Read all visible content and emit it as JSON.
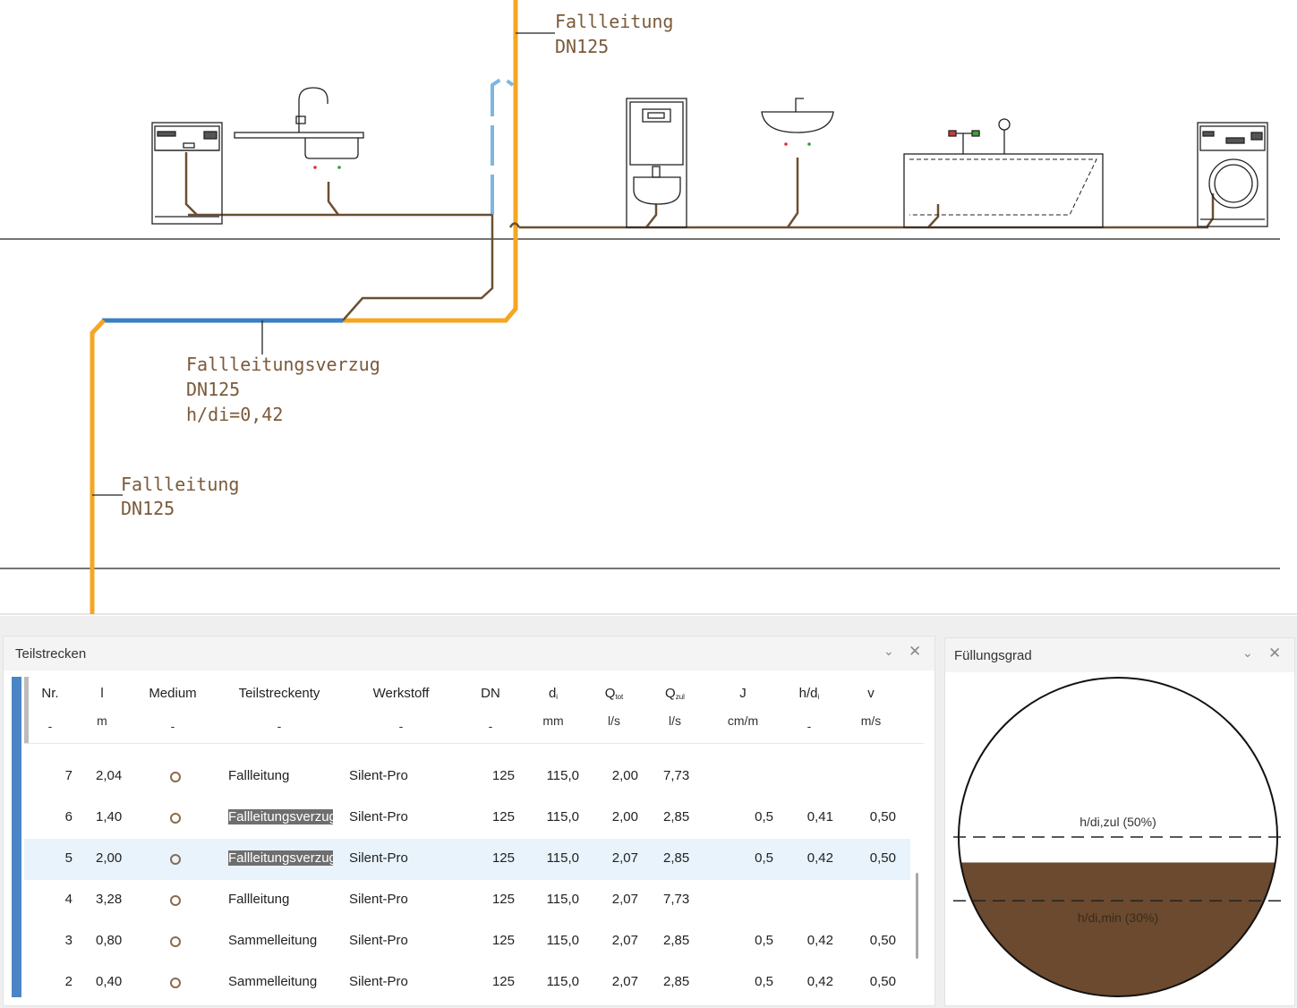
{
  "drawing": {
    "labels": {
      "stack_top": [
        "Fallleitung",
        "DN125"
      ],
      "offset": [
        "Fallleitungsverzug",
        "DN125",
        "h/di=0,42"
      ],
      "stack_bottom": [
        "Fallleitung",
        "DN125"
      ]
    },
    "colors": {
      "stack": "#f5a623",
      "offset": "#3b7fc4",
      "vent": "#7fb6e0",
      "branch": "#6b4f32",
      "floor": "#222222"
    },
    "fixtures": [
      "dishwasher-icon",
      "kitchen-sink-icon",
      "wc-icon",
      "washbasin-icon",
      "bathtub-icon",
      "washing-machine-icon"
    ]
  },
  "teilstrecken_panel": {
    "title": "Teilstrecken",
    "columns": [
      {
        "label": "Nr.",
        "unit": "-"
      },
      {
        "label": "l",
        "unit": "m"
      },
      {
        "label": "Medium",
        "unit": "-"
      },
      {
        "label": "Teilstreckenty",
        "unit": "-"
      },
      {
        "label": "Werkstoff",
        "unit": "-"
      },
      {
        "label": "DN",
        "unit": "-"
      },
      {
        "label": "d",
        "sub": "i",
        "unit": "mm"
      },
      {
        "label": "Q",
        "sub": "tot",
        "unit": "l/s"
      },
      {
        "label": "Q",
        "sub": "zul",
        "unit": "l/s"
      },
      {
        "label": "J",
        "unit": "cm/m"
      },
      {
        "label": "h/d",
        "sub": "i",
        "unit": "-"
      },
      {
        "label": "v",
        "unit": "m/s"
      }
    ],
    "rows": [
      {
        "nr": "7",
        "l": "2,04",
        "type": "Fallleitung",
        "material": "Silent-Pro",
        "dn": "125",
        "di": "115,0",
        "qtot": "2,00",
        "qzul": "7,73",
        "j": "",
        "hdi": "",
        "v": "",
        "highlight": false,
        "selected": false
      },
      {
        "nr": "6",
        "l": "1,40",
        "type": "Fallleitungsverzug",
        "material": "Silent-Pro",
        "dn": "125",
        "di": "115,0",
        "qtot": "2,00",
        "qzul": "2,85",
        "j": "0,5",
        "hdi": "0,41",
        "v": "0,50",
        "highlight": true,
        "selected": false
      },
      {
        "nr": "5",
        "l": "2,00",
        "type": "Fallleitungsverzug",
        "material": "Silent-Pro",
        "dn": "125",
        "di": "115,0",
        "qtot": "2,07",
        "qzul": "2,85",
        "j": "0,5",
        "hdi": "0,42",
        "v": "0,50",
        "highlight": true,
        "selected": true
      },
      {
        "nr": "4",
        "l": "3,28",
        "type": "Fallleitung",
        "material": "Silent-Pro",
        "dn": "125",
        "di": "115,0",
        "qtot": "2,07",
        "qzul": "7,73",
        "j": "",
        "hdi": "",
        "v": "",
        "highlight": false,
        "selected": false
      },
      {
        "nr": "3",
        "l": "0,80",
        "type": "Sammelleitung",
        "material": "Silent-Pro",
        "dn": "125",
        "di": "115,0",
        "qtot": "2,07",
        "qzul": "2,85",
        "j": "0,5",
        "hdi": "0,42",
        "v": "0,50",
        "highlight": false,
        "selected": false
      },
      {
        "nr": "2",
        "l": "0,40",
        "type": "Sammelleitung",
        "material": "Silent-Pro",
        "dn": "125",
        "di": "115,0",
        "qtot": "2,07",
        "qzul": "2,85",
        "j": "0,5",
        "hdi": "0,42",
        "v": "0,50",
        "highlight": false,
        "selected": false
      }
    ]
  },
  "fill_panel": {
    "title": "Füllungsgrad",
    "zul_label": "h/di,zul (50%)",
    "min_label": "h/di,min (30%)",
    "zul_fraction": 0.5,
    "min_fraction": 0.3,
    "fill_fraction": 0.42,
    "fill_color": "#6b4a2f"
  }
}
